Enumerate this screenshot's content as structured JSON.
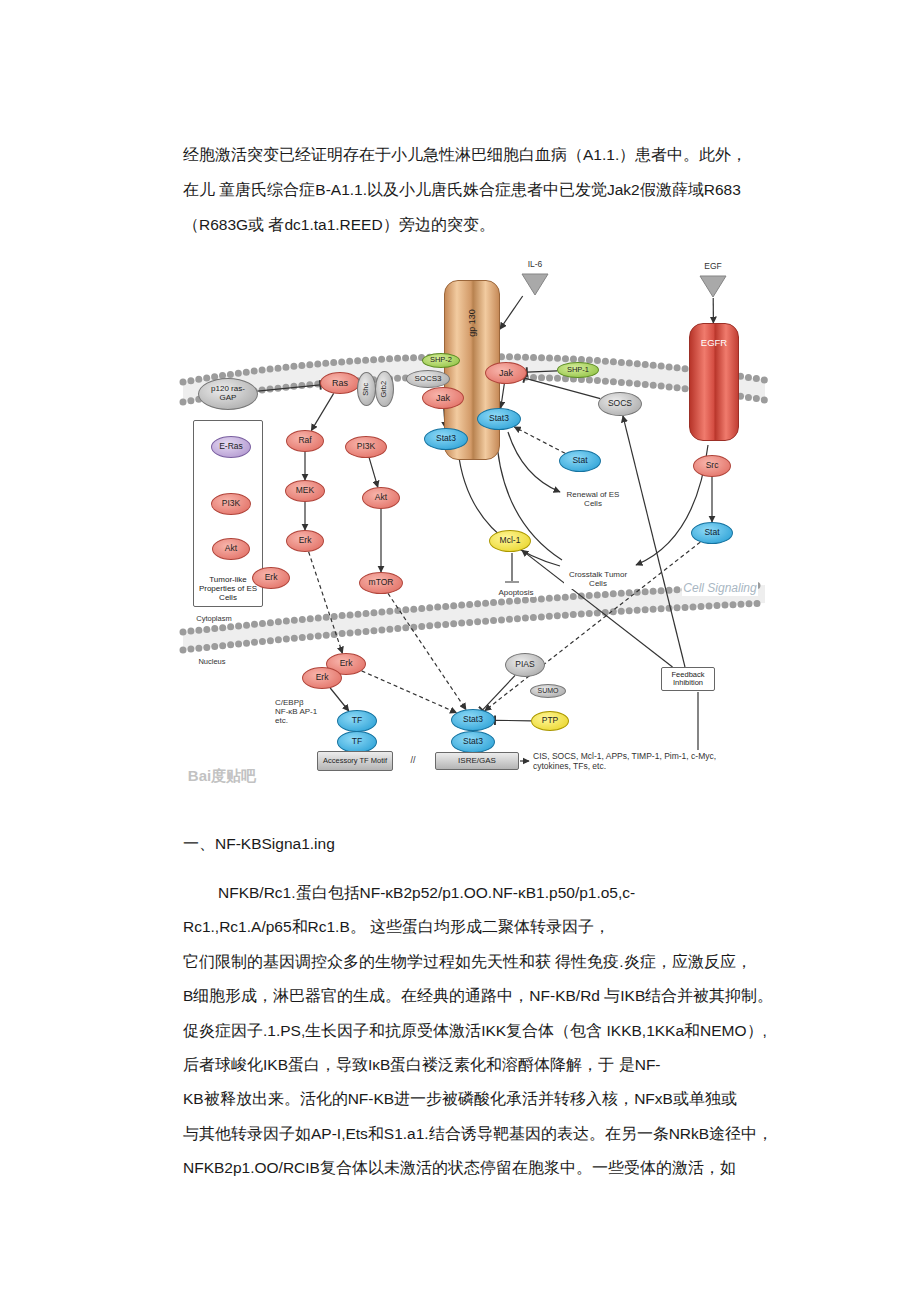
{
  "diagram": {
    "nodes": [
      {
        "text": [
          "IL-6"
        ]
      },
      {
        "text": [
          "EGF"
        ]
      },
      {
        "text": [
          "gp 130"
        ]
      },
      {
        "text": [
          "EGFR"
        ]
      },
      {
        "text": [
          "SHP-2"
        ]
      },
      {
        "text": [
          "SOCS3"
        ]
      },
      {
        "text": [
          "Ras"
        ]
      },
      {
        "text": [
          "Shc"
        ]
      },
      {
        "text": [
          "Grb2"
        ]
      },
      {
        "text": [
          "Jak"
        ]
      },
      {
        "text": [
          "Jak"
        ]
      },
      {
        "text": [
          "SHP-1"
        ]
      },
      {
        "text": [
          "p120 ras-GAP"
        ]
      },
      {
        "text": [
          "Stat3"
        ]
      },
      {
        "text": [
          "Stat3"
        ]
      },
      {
        "text": [
          "SOCS"
        ]
      },
      {
        "text": [
          "Tumor-like Properties of ES Cells"
        ]
      },
      {
        "text": [
          "E-Ras"
        ],
        "in": 16
      },
      {
        "text": [
          "PI3K"
        ],
        "in": 16
      },
      {
        "text": [
          "Akt"
        ],
        "in": 16
      },
      {
        "text": [
          "Raf"
        ]
      },
      {
        "text": [
          "PI3K"
        ]
      },
      {
        "text": [
          "Akt"
        ]
      },
      {
        "text": [
          "MEK"
        ]
      },
      {
        "text": [
          "Stat"
        ]
      },
      {
        "text": [
          "Src"
        ]
      },
      {
        "text": [
          "Erk"
        ]
      },
      {
        "text": [
          "Mcl-1"
        ]
      },
      {
        "text": [
          "Stat"
        ]
      },
      {
        "text": [
          "Erk"
        ]
      },
      {
        "text": [
          "mTOR"
        ]
      },
      {
        "text": [
          "PIAS"
        ]
      },
      {
        "text": [
          "Erk"
        ]
      },
      {
        "text": [
          "Erk"
        ]
      },
      {
        "text": [
          "Feedback Inhibition"
        ]
      },
      {
        "text": [
          "SUMO"
        ]
      },
      {
        "text": [
          "TF"
        ]
      },
      {
        "text": [
          "Stat3"
        ]
      },
      {
        "text": [
          "PTP"
        ]
      },
      {
        "text": [
          "TF"
        ]
      },
      {
        "text": [
          "Stat3"
        ]
      },
      {
        "text": [
          "Accessory TF Motif"
        ]
      },
      {
        "text": [
          "ISRE/GAS"
        ]
      }
    ],
    "edges": [
      {
        "from": 0,
        "to": 2,
        "arrow": "to"
      },
      {
        "from": 1,
        "to": 3,
        "arrow": "to"
      },
      {
        "from": 12,
        "to": 6,
        "arrow": "to"
      },
      {
        "from": 6,
        "to": 20,
        "arrow": "to"
      },
      {
        "from": 20,
        "to": 23,
        "arrow": "to"
      },
      {
        "from": 23,
        "to": 26,
        "arrow": "to"
      },
      {
        "from": 21,
        "to": 22,
        "arrow": "to"
      },
      {
        "from": 22,
        "to": 30,
        "arrow": "to"
      },
      {
        "from": 17,
        "to": 18,
        "arrow": "to"
      },
      {
        "from": 18,
        "to": 19,
        "arrow": "to"
      },
      {
        "from": 9,
        "to": 13,
        "arrow": "to"
      },
      {
        "from": 10,
        "to": 14,
        "arrow": "to"
      },
      {
        "from": 11,
        "to": 10,
        "arrow": "to"
      },
      {
        "from": 24,
        "to": 14,
        "arrow": "to"
      },
      {
        "from": 25,
        "to": 28,
        "arrow": "to"
      },
      {
        "from": 28,
        "to": 37,
        "arrow": "to"
      },
      {
        "from": 26,
        "to": 32,
        "arrow": "to"
      },
      {
        "from": 33,
        "to": 36,
        "arrow": "to"
      },
      {
        "from": 30,
        "to": 37,
        "arrow": "to"
      },
      {
        "from": 32,
        "to": 37,
        "arrow": "to"
      },
      {
        "from": 38,
        "to": 37,
        "arrow": "to"
      },
      {
        "from": 31,
        "to": 37,
        "arrow": "to"
      },
      {
        "from": 34,
        "to": 15,
        "arrow": "to"
      },
      {
        "from": 34,
        "to": 27,
        "arrow": "to"
      },
      {
        "from": 15,
        "to": 10,
        "arrow": "to"
      }
    ],
    "labels": [
      "经胞激活突变已经证明存在于小儿急性淋巴细胞白血病（A1.1.）患者中。此外，在儿 童唐氏综合症B-A1.1.以及小儿唐氏姝合症患者中已发觉Jak2假激薛域R683（R683G或 者dc1.ta1.REED）旁边的突变。",
      "一、NF-KBSigna1.ing",
      "NFKB/Rc1.蛋白包括NF-κB2p52/p1.OO.NF-κB1.p50/p1.o5,c-Rc1.,Rc1.A/p65和Rc1.B。 这些蛋白均形成二聚体转录因子，它们限制的基因调控众多的生物学过程如先天性和获 得性免疫.炎症，应激反应，B细胞形成，淋巴器官的生成。在经典的通路中，NF-KB/Rd 与IKB结合并被其抑制。促炎症因子.1.PS,生长因子和抗原受体激活IKK复合体（包含 IKKB,1KKa和NEMO）,后者球峻化IKB蛋白，导致IκB蛋白褛泛素化和溶酹体降解，于 是NF-KB被释放出来。活化的NF-KB进一步被磷酸化承活并转移入核，NFxB或单独或 与其他转录因子如AP-I,Ets和S1.a1.结合诱导靶基因的表达。在另一条NRkB途径中， NFKB2p1.OO/RCIB复合体以未激活的状态停留在胞浆中。一些受体的激活，如",
      "Renewal of ES Cells",
      "Apoptosis",
      "Crosstalk Tumor Cells",
      "Cell Signaling",
      "Cytoplasm",
      "Nucleus",
      "C/EBPβ NF-κB AP-1 etc.",
      "//",
      "CIS, SOCS, Mcl-1, APPs, TIMP-1, Pim-1, c-Myc, cytokines, TFs, etc.",
      "Bai度贴吧"
    ]
  }
}
